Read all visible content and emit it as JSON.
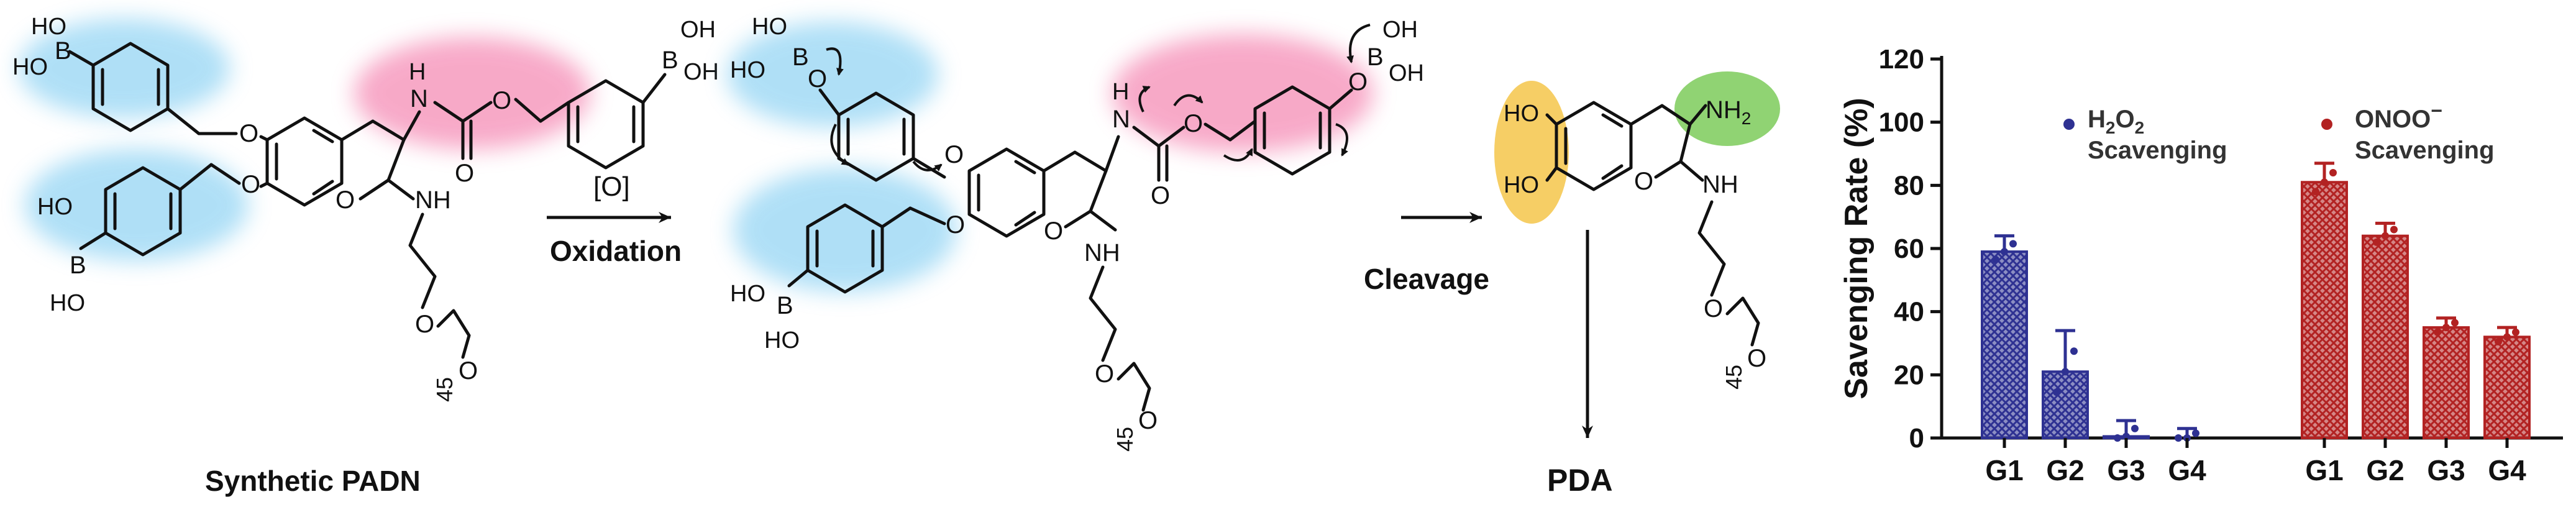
{
  "scheme": {
    "compound_label": "Synthetic PADN",
    "oxidant_label": "[O]",
    "step1_label": "Oxidation",
    "step2_label": "Cleavage",
    "product_label": "PDA",
    "atoms": {
      "ho": "HO",
      "oh": "OH",
      "b": "B",
      "o": "O",
      "h": "H",
      "n": "N",
      "nh": "NH",
      "nh2": "NH",
      "nh2_sub": "2",
      "peg_repeat": "45"
    },
    "colors": {
      "blue_glow": "#6ec6f0",
      "pink_glow": "#f2639b",
      "yellow_glow": "#f4c64a",
      "green_glow": "#7ccb5b"
    }
  },
  "chart_data": {
    "type": "bar",
    "ylabel": "Savenging Rate (%)",
    "ylim": [
      0,
      120
    ],
    "yticks": [
      0,
      20,
      40,
      60,
      80,
      100,
      120
    ],
    "grid": false,
    "groups": [
      {
        "name": "H",
        "legend_sub": "2",
        "legend_mid": "O",
        "legend_sub2": "2",
        "legend_line2": "Scavenging",
        "color": "#2e3192",
        "categories": [
          "G1",
          "G2",
          "G3",
          "G4"
        ],
        "values": [
          59,
          21,
          0.5,
          0
        ],
        "errors": [
          5,
          13,
          5,
          3
        ]
      },
      {
        "name": "ONOO",
        "legend_sup": "−",
        "legend_line2": "Scavenging",
        "color": "#b22222",
        "categories": [
          "G1",
          "G2",
          "G3",
          "G4"
        ],
        "values": [
          81,
          64,
          35,
          32
        ],
        "errors": [
          6,
          4,
          3,
          3
        ]
      }
    ]
  }
}
